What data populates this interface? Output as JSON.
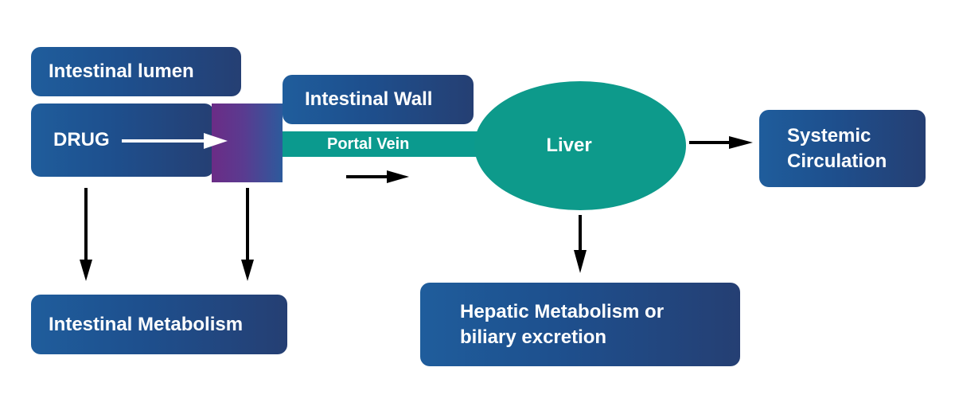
{
  "labels": {
    "intestinal_lumen": "Intestinal lumen",
    "drug": "DRUG",
    "intestinal_wall": "Intestinal Wall",
    "portal_vein": "Portal Vein",
    "liver": "Liver",
    "systemic_line1": "Systemic",
    "systemic_line2": "Circulation",
    "intestinal_metabolism": "Intestinal Metabolism",
    "hepatic_line1": "Hepatic Metabolism or",
    "hepatic_line2": "biliary excretion"
  },
  "colors": {
    "box_blue": "#1e4f8d",
    "teal": "#0d9a8b",
    "wall_purple": "#6b2c86",
    "arrow": "#000000"
  }
}
